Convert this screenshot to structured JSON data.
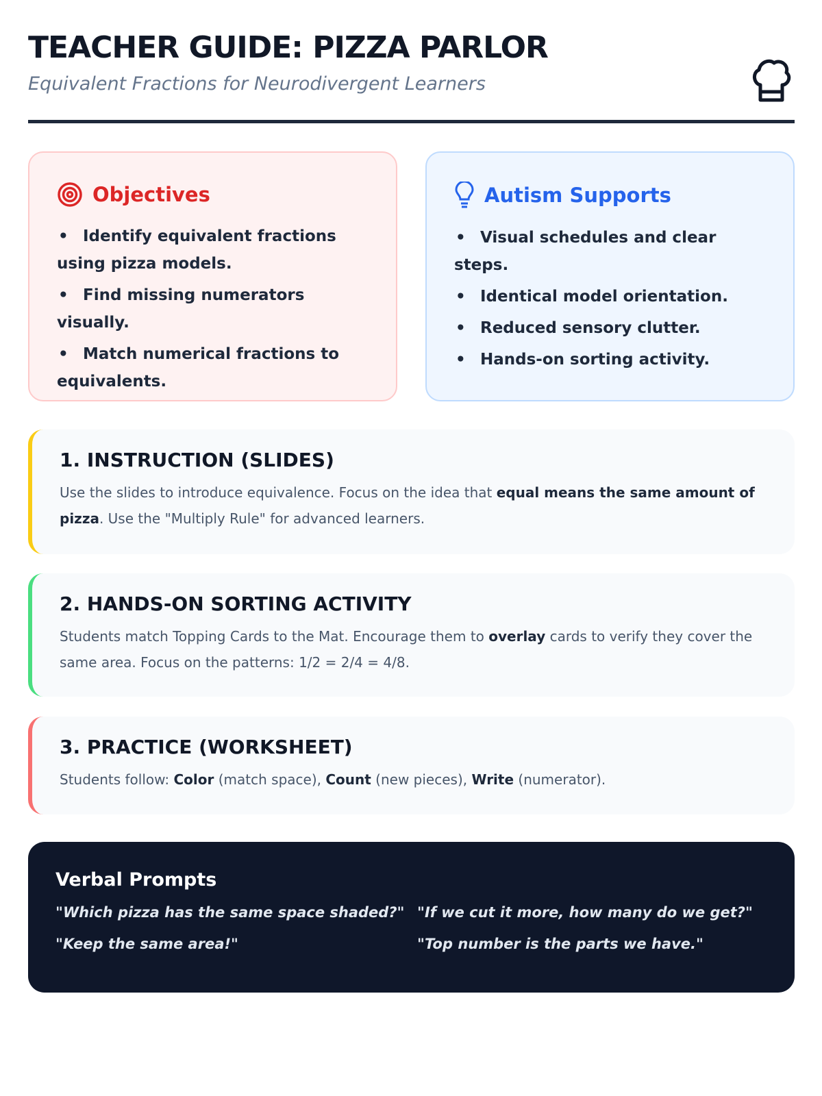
{
  "header": {
    "title": "TEACHER GUIDE: PIZZA PARLOR",
    "subtitle": "Equivalent Fractions for Neurodivergent Learners",
    "icon": "chef-hat-icon"
  },
  "objectives": {
    "title": "Objectives",
    "color": "#dc2626",
    "items": [
      "Identify equivalent fractions using pizza models.",
      "Find missing numerators visually.",
      "Match numerical fractions to equivalents."
    ]
  },
  "supports": {
    "title": "Autism Supports",
    "color": "#2563eb",
    "items": [
      "Visual schedules and clear steps.",
      "Identical model orientation.",
      "Reduced sensory clutter.",
      "Hands-on sorting activity."
    ]
  },
  "steps": [
    {
      "title": "1. INSTRUCTION (SLIDES)",
      "color": "#facc15",
      "parts": [
        {
          "t": "Use the slides to introduce equivalence. Focus on the idea that "
        },
        {
          "t": "equal means the same amount of pizza",
          "b": true
        },
        {
          "t": ". Use the \"Multiply Rule\" for advanced learners."
        }
      ]
    },
    {
      "title": "2. HANDS-ON SORTING ACTIVITY",
      "color": "#4ade80",
      "parts": [
        {
          "t": "Students match Topping Cards to the Mat. Encourage them to "
        },
        {
          "t": "overlay",
          "b": true
        },
        {
          "t": " cards to verify they cover the same area. Focus on the patterns: 1/2 = 2/4 = 4/8."
        }
      ]
    },
    {
      "title": "3. PRACTICE (WORKSHEET)",
      "color": "#f87171",
      "parts": [
        {
          "t": "Students follow: "
        },
        {
          "t": "Color",
          "b": true
        },
        {
          "t": " (match space), "
        },
        {
          "t": "Count",
          "b": true
        },
        {
          "t": " (new pieces), "
        },
        {
          "t": "Write",
          "b": true
        },
        {
          "t": " (numerator)."
        }
      ]
    }
  ],
  "prompts": {
    "title": "Verbal Prompts",
    "items": [
      "\"Which pizza has the same space shaded?\"",
      "\"If we cut it more, how many do we get?\"",
      "\"Keep the same area!\"",
      "\"Top number is the parts we have.\""
    ]
  }
}
